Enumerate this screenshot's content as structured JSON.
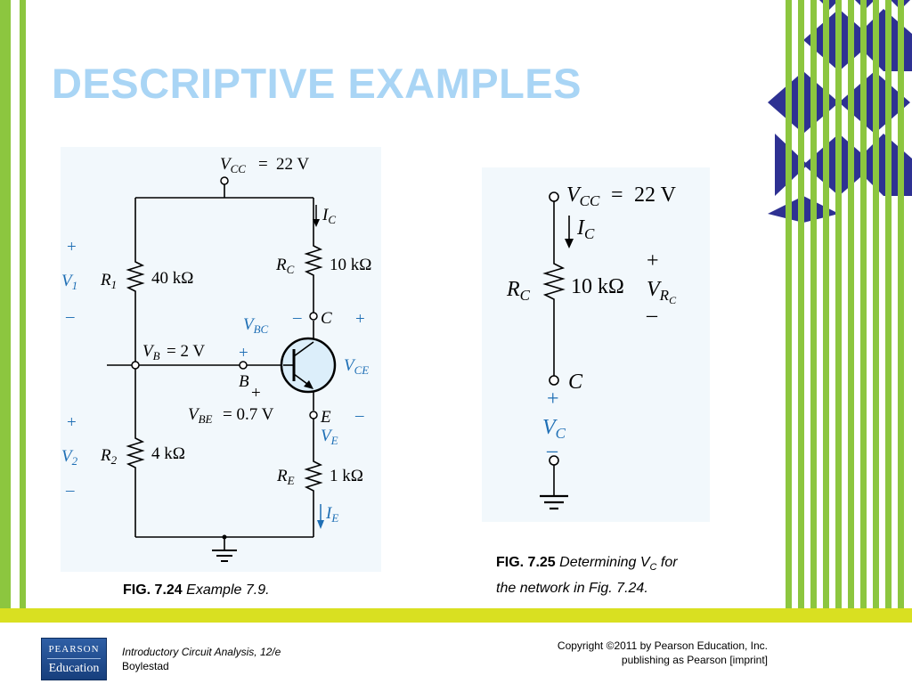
{
  "slide": {
    "title": "DESCRIPTIVE EXAMPLES",
    "accent_green": "#8cc63f",
    "accent_navy": "#2e3192",
    "band_yellow": "#d9e021",
    "title_color": "#a9d5f5"
  },
  "fig24": {
    "vcc": "22 V",
    "r1_value": "40 kΩ",
    "rc_value": "10 kΩ",
    "r2_value": "4 kΩ",
    "re_value": "1 kΩ",
    "vb_value": "= 2 V",
    "vbe_value": "= 0.7 V",
    "plus": "+",
    "minus": "–",
    "caption_label": "FIG. 7.24",
    "caption_text": "Example 7.9."
  },
  "fig25": {
    "vcc": "22 V",
    "rc_value": "10 kΩ",
    "plus": "+",
    "minus": "–",
    "caption_label": "FIG. 7.25",
    "caption_text_a": "Determining V",
    "caption_sub": "C",
    "caption_text_b": " for",
    "caption_line2": "the network in Fig. 7.24."
  },
  "footer": {
    "book_title": "Introductory Circuit Analysis, 12/e",
    "author": "Boylestad",
    "copyright": "Copyright ©2011 by Pearson Education, Inc.",
    "imprint": "publishing as Pearson [imprint]",
    "logo_top": "PEARSON",
    "logo_bottom": "Education"
  }
}
